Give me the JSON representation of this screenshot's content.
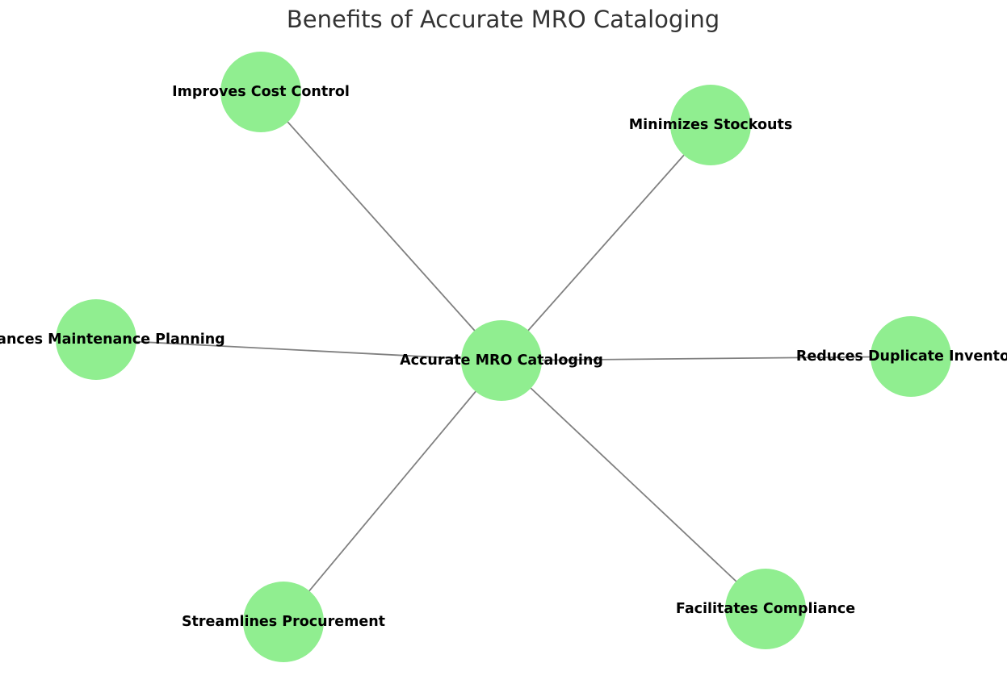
{
  "title": "Benefits of Accurate MRO Cataloging",
  "node_color": "#90ee90",
  "edge_color": "#808080",
  "center": {
    "label": "Accurate MRO Cataloging"
  },
  "benefits": [
    {
      "label": "Improves Cost Control"
    },
    {
      "label": "Minimizes Stockouts"
    },
    {
      "label": "Enhances Maintenance Planning"
    },
    {
      "label": "Reduces Duplicate Inventory"
    },
    {
      "label": "Streamlines Procurement"
    },
    {
      "label": "Facilitates Compliance"
    }
  ]
}
